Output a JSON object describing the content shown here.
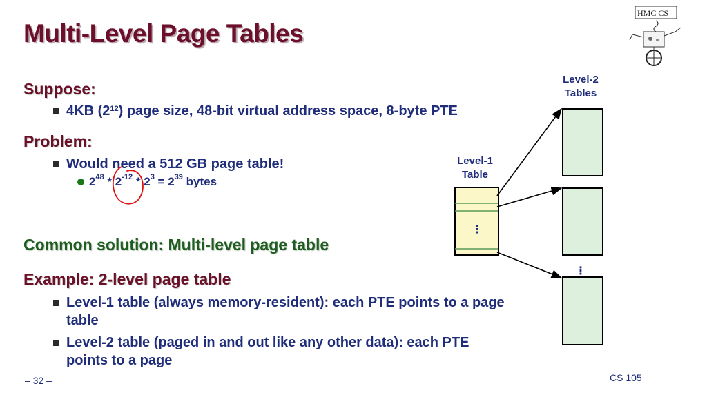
{
  "slide": {
    "title": "Multi-Level Page Tables",
    "page_number": "– 32 –",
    "course": "CS 105"
  },
  "suppose": {
    "heading": "Suppose:",
    "item": {
      "prefix": "4KB (2",
      "exp": "12",
      "suffix": ") page size, 48-bit virtual address space, 8-byte PTE"
    }
  },
  "problem": {
    "heading": "Problem:",
    "item": "Would need a 512 GB page table!",
    "math": {
      "a": "2",
      "a_exp": "48",
      "op1": " * ",
      "b": "2",
      "b_exp": "-12",
      "op2": " * ",
      "c": "2",
      "c_exp": "3",
      "eq": " = ",
      "d": "2",
      "d_exp": "39",
      "unit": " bytes"
    }
  },
  "solution": {
    "heading": "Common solution: Multi-level page table"
  },
  "example": {
    "heading": "Example: 2-level page table",
    "items": [
      "Level-1 table (always memory-resident): each PTE points to a page table",
      "Level-2 table (paged in and out like any other data): each PTE points to a page"
    ]
  },
  "diagram": {
    "level1_label_line1": "Level-1",
    "level1_label_line2": "Table",
    "level2_label_line1": "Level-2",
    "level2_label_line2": "Tables",
    "ellipsis": "⋮",
    "colors": {
      "level1_fill": "#fbf7c8",
      "level2_fill": "#ddf0dd",
      "annotation": "#e01010"
    }
  },
  "logo": {
    "text": "HMC CS",
    "icon": "hmc-robot-logo-icon"
  }
}
